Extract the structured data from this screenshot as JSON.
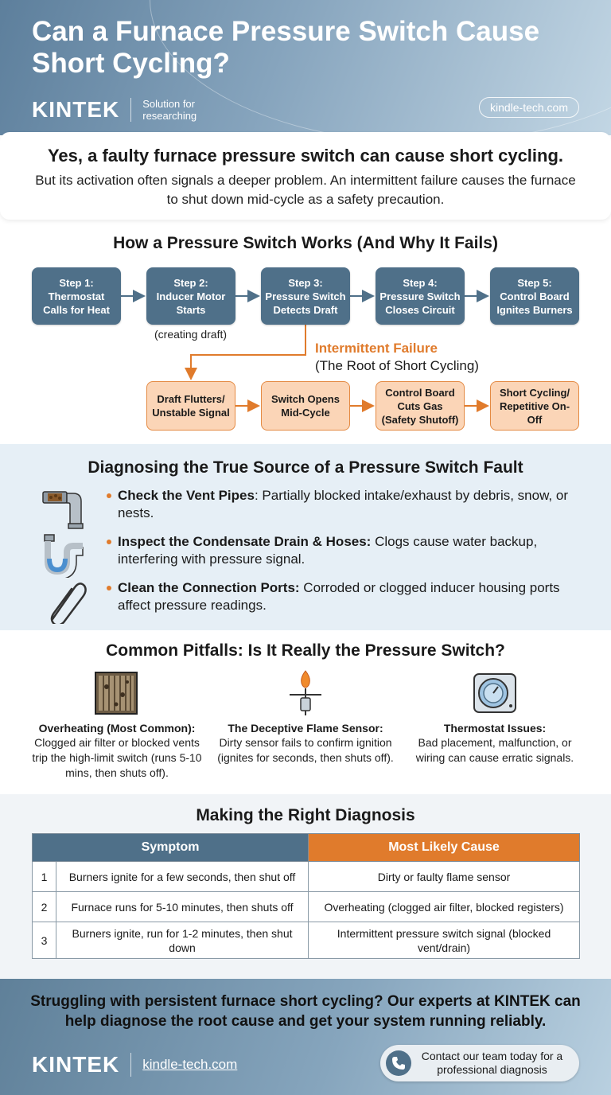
{
  "header": {
    "title": "Can a Furnace Pressure Switch Cause Short Cycling?",
    "brand": "KINTEK",
    "tagline": "Solution for researching",
    "url": "kindle-tech.com"
  },
  "intro": {
    "headline": "Yes, a faulty furnace pressure switch can cause short cycling.",
    "body": "But its activation often signals a deeper problem. An intermittent failure causes the furnace to shut down mid-cycle as a safety precaution."
  },
  "flow": {
    "title": "How a Pressure Switch Works (And Why It Fails)",
    "steps": [
      {
        "label": "Step 1:",
        "text": "Thermostat Calls for Heat"
      },
      {
        "label": "Step 2:",
        "text": "Inducer Motor Starts"
      },
      {
        "label": "Step 3:",
        "text": "Pressure Switch Detects Draft"
      },
      {
        "label": "Step 4:",
        "text": "Pressure Switch Closes Circuit"
      },
      {
        "label": "Step 5:",
        "text": "Control Board Ignites Burners"
      }
    ],
    "step2_note": "(creating draft)",
    "failure_title": "Intermittent Failure",
    "failure_sub": "(The Root of Short Cycling)",
    "failure_steps": [
      "Draft Flutters/ Unstable Signal",
      "Switch Opens Mid-Cycle",
      "Control Board Cuts Gas (Safety Shutoff)",
      "Short Cycling/ Repetitive On-Off"
    ],
    "colors": {
      "step": "#4f7089",
      "failure": "#fbd5b7",
      "accent": "#e07b2c"
    }
  },
  "diagnosing": {
    "title": "Diagnosing the True Source of a Pressure Switch Fault",
    "items": [
      {
        "icon": "vent-pipe-icon",
        "bold": "Check the Vent Pipes",
        "text": ": Partially blocked intake/exhaust by debris, snow, or nests."
      },
      {
        "icon": "drain-trap-icon",
        "bold": "Inspect the Condensate Drain & Hoses:",
        "text": " Clogs cause water backup, interfering with pressure signal."
      },
      {
        "icon": "paperclip-icon",
        "bold": "Clean the Connection Ports:",
        "text": " Corroded or clogged inducer housing ports affect pressure readings."
      }
    ]
  },
  "pitfalls": {
    "title": "Common Pitfalls: Is It Really the Pressure Switch?",
    "items": [
      {
        "icon": "dirty-filter-icon",
        "title": "Overheating (Most Common):",
        "text": "Clogged air filter or blocked vents trip the high-limit switch (runs 5-10 mins, then shuts off)."
      },
      {
        "icon": "flame-sensor-icon",
        "title": "The Deceptive Flame Sensor:",
        "text": "Dirty sensor fails to confirm ignition (ignites for seconds, then shuts off)."
      },
      {
        "icon": "thermostat-icon",
        "title": "Thermostat Issues:",
        "text": "Bad placement, malfunction, or wiring can cause erratic signals."
      }
    ]
  },
  "diagnosis_table": {
    "title": "Making the Right Diagnosis",
    "headers": [
      "Symptom",
      "Most Likely Cause"
    ],
    "rows": [
      {
        "num": "1",
        "symptom": "Burners ignite for a few seconds, then shut off",
        "cause": "Dirty or faulty flame sensor"
      },
      {
        "num": "2",
        "symptom": "Furnace runs for 5-10 minutes, then shuts off",
        "cause": "Overheating (clogged air filter, blocked registers)"
      },
      {
        "num": "3",
        "symptom": "Burners ignite, run for 1-2 minutes, then shut down",
        "cause": "Intermittent pressure switch signal (blocked vent/drain)"
      }
    ]
  },
  "footer": {
    "cta": "Struggling with persistent furnace short cycling? Our experts at KINTEK can help diagnose the root cause and get your system running reliably.",
    "brand": "KINTEK",
    "url": "kindle-tech.com",
    "contact": "Contact our team today for a professional diagnosis"
  }
}
